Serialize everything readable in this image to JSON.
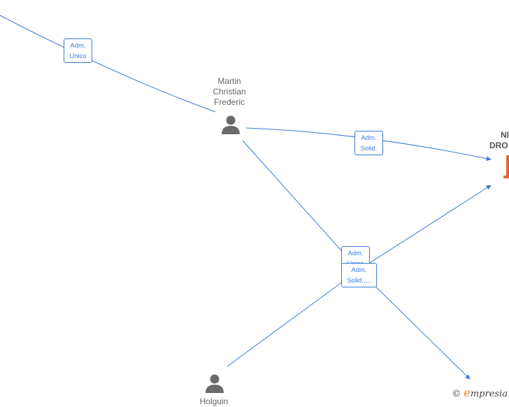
{
  "persons": [
    {
      "id": "martin",
      "label_lines": [
        "Martin",
        "Christian",
        "Frederic"
      ]
    },
    {
      "id": "holguin",
      "label_lines": [
        "Holguin"
      ]
    }
  ],
  "company": {
    "label_lines": [
      "NI",
      "DRO"
    ],
    "color": "#e8642a"
  },
  "relations": [
    {
      "id": "adm-unico-top",
      "lines": [
        "Adm.",
        "Unico"
      ]
    },
    {
      "id": "adm-solid-right",
      "lines": [
        "Adm.",
        "Solid."
      ]
    },
    {
      "id": "adm-unico-mid",
      "lines": [
        "Adm.",
        "Unico"
      ]
    },
    {
      "id": "adm-solid-mid",
      "lines": [
        "Adm.",
        "Solid.,..."
      ]
    }
  ],
  "footer": {
    "copyright": "©",
    "brand_initial": "e",
    "brand_rest": "mpresia"
  },
  "colors": {
    "edge": "#3a7bd5",
    "person": "#6b6b6b",
    "company": "#e8642a"
  }
}
